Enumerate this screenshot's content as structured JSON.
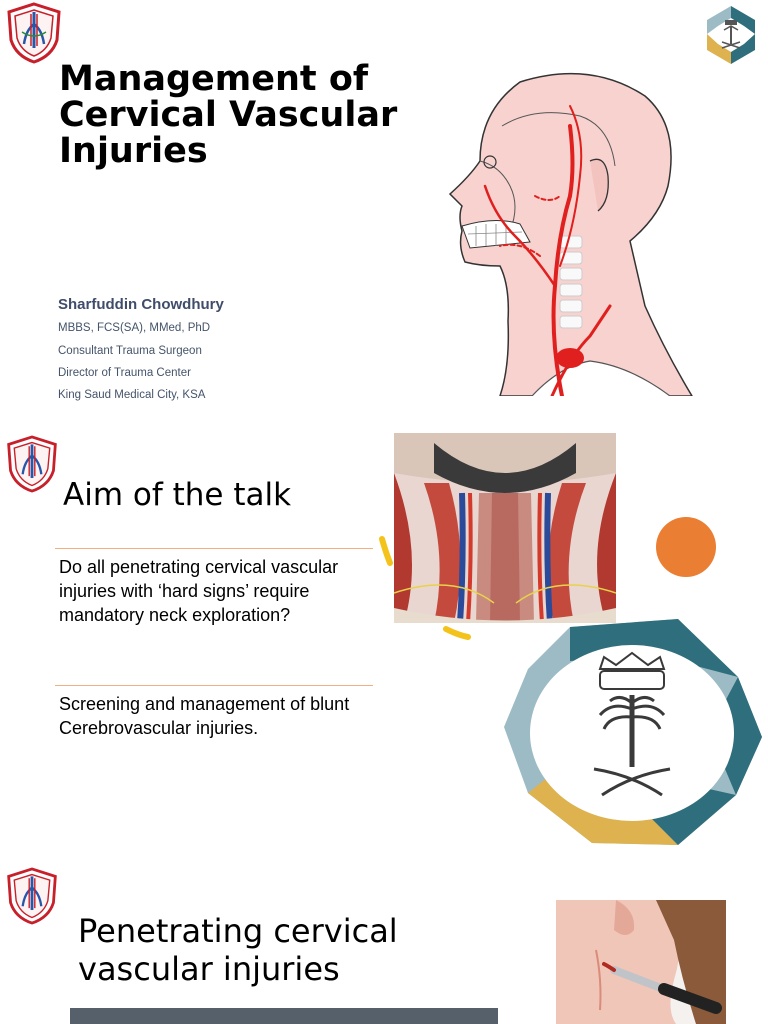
{
  "slides": [
    {
      "title": "Management of Cervical Vascular Injuries",
      "author": "Sharfuddin Chowdhury",
      "credentials": [
        "MBBS, FCS(SA), MMed, PhD",
        "Consultant Trauma Surgeon",
        "Director of Trauma Center",
        "King Saud Medical City, KSA"
      ]
    },
    {
      "title": "Aim of the talk",
      "bullets": [
        "Do all penetrating cervical vascular injuries with ‘hard signs’ require mandatory neck exploration?",
        "Screening and management of blunt Cerebrovascular injuries."
      ]
    },
    {
      "title": "Penetrating cervical vascular injuries"
    }
  ],
  "icons": [
    "trauma-shield-logo-icon",
    "ministry-emblem-icon",
    "head-arteries-illustration",
    "neck-anatomy-illustration",
    "neck-stab-illustration"
  ],
  "colors": {
    "accent_orange": "#ea7e33",
    "accent_yellow": "#f4c31b",
    "teal": "#2f6e7c",
    "gold": "#ddb24f",
    "artery_red": "#e0201e"
  }
}
